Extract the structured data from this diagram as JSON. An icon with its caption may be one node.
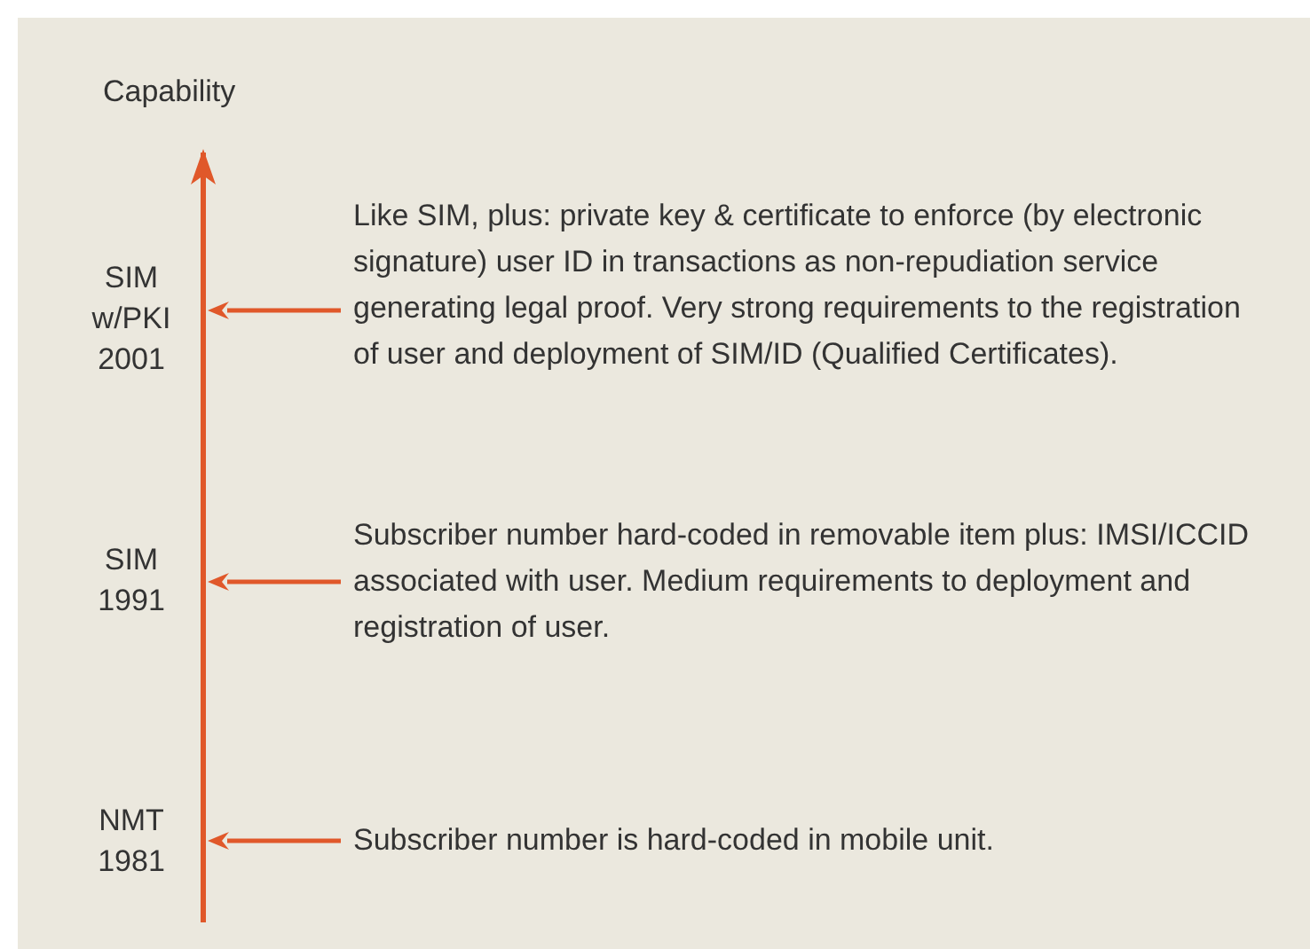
{
  "diagram": {
    "nodes": [
      {
        "text": [
          "Like SIM, plus: private key & certificate to enforce (by electronic signature) user ID in transactions as non-repudiation service generating legal proof. Very strong requirements to the registration of user and deployment of SIM/ID (Qualified Certificates)."
        ]
      },
      {
        "text": [
          "Subscriber number hard-coded in removable item plus: IMSI/ICCID associated with user. Medium requirements to deployment and registration of user."
        ]
      },
      {
        "text": [
          "Subscriber number is hard-coded in mobile unit."
        ]
      }
    ],
    "edges": [
      {
        "from": 0,
        "to": null,
        "arrow": "to"
      },
      {
        "from": 1,
        "to": null,
        "arrow": "to"
      },
      {
        "from": 2,
        "to": null,
        "arrow": "to"
      }
    ],
    "labels": [
      "Capability",
      "SIM w/PKI 2001",
      "SIM 1991",
      "NMT 1981"
    ]
  }
}
